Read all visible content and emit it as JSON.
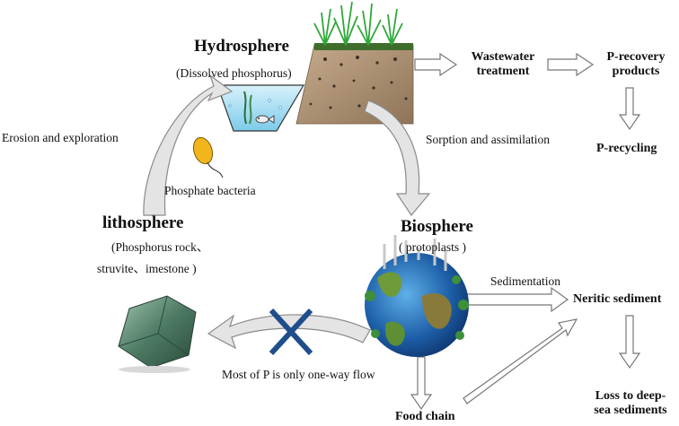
{
  "hydrosphere": {
    "title": "Hydrosphere",
    "subtitle": "(Dissolved phosphorus)"
  },
  "lithosphere": {
    "title": "lithosphere",
    "subtitle_line1": "(Phosphorus rock、",
    "subtitle_line2": "struvite、imestone )"
  },
  "biosphere": {
    "title": "Biosphere",
    "subtitle": "( protoplasts )"
  },
  "flows": {
    "erosion": "Erosion and exploration",
    "bacteria": "Phosphate bacteria",
    "sorption": "Sorption  and assimilation",
    "sedimentation": "Sedimentation",
    "one_way": "Most  of P  is  only one-way flow"
  },
  "outputs": {
    "wastewater": [
      "Wastewater",
      "treatment"
    ],
    "recovery": [
      "P-recovery",
      "products"
    ],
    "recycling": "P-recycling",
    "neritic": "Neritic sediment",
    "deep_sea": [
      "Loss to deep-",
      "sea sediments"
    ],
    "food_chain": "Food chain"
  },
  "colors": {
    "arrow_fill": "#e4e4e4",
    "arrow_stroke": "#8a8a8a",
    "cross": "#1f4e8c",
    "water": "#8fd3f0",
    "soil": "#a3876a",
    "ocean": "#1d5fa8",
    "rock": "#4d7a64"
  },
  "icons": [
    "plants-icon",
    "bacteria-icon",
    "fish-icon",
    "rock-icon",
    "earth-icon",
    "cross-icon"
  ]
}
